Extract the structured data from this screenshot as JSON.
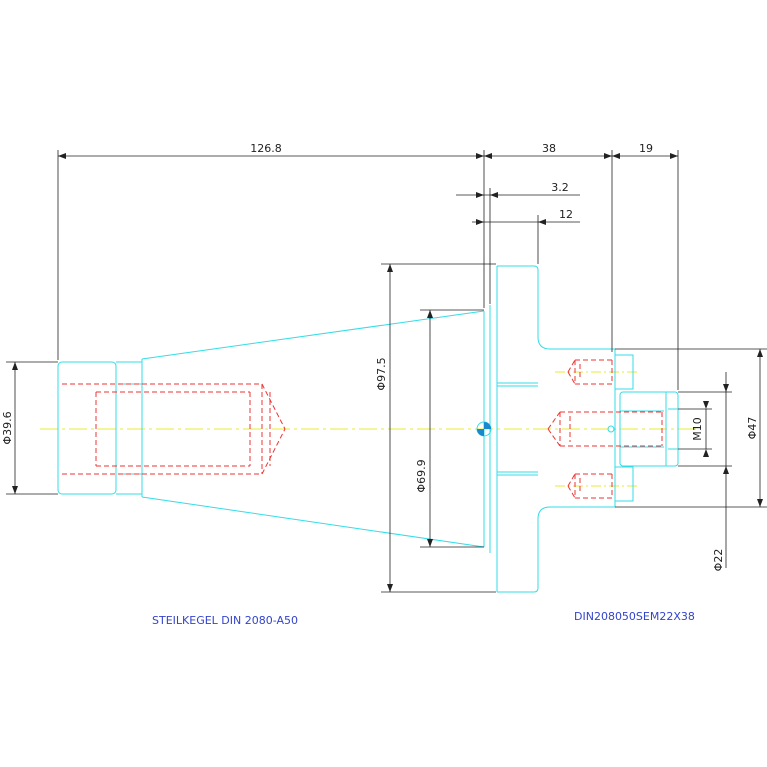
{
  "colors": {
    "outline": "#33dde8",
    "hidden": "#ee3333",
    "dimension": "#222222",
    "centerline": "#e8e830",
    "label": "#3344cc"
  },
  "dimensions": {
    "d_126_8": "126.8",
    "d_38": "38",
    "d_19": "19",
    "d_3_2": "3.2",
    "d_12": "12",
    "d_phi_97_5": "Φ97.5",
    "d_phi_69_9": "Φ69.9",
    "d_phi_39_6": "Φ39.6",
    "d_phi_47": "Φ47",
    "d_m10": "M10",
    "d_phi_22": "Φ22"
  },
  "labels": {
    "left": "STEILKEGEL DIN 2080-A50",
    "right": "DIN208050SEM22X38"
  }
}
